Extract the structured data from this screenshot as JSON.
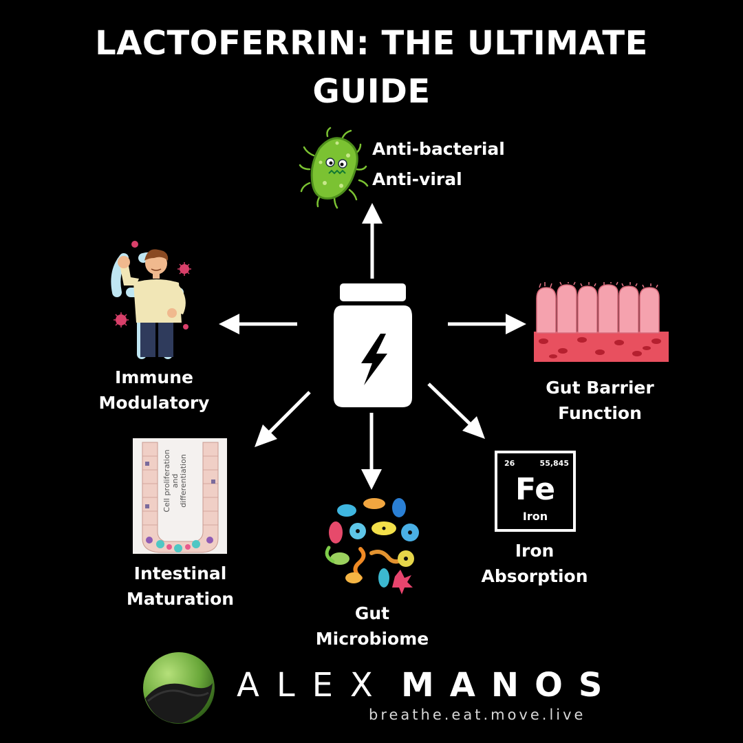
{
  "title": {
    "line1": "LACTOFERRIN: THE ULTIMATE",
    "line2": "GUIDE"
  },
  "nodes": {
    "antibacterial": {
      "line1": "Anti-bacterial",
      "line2": "Anti-viral"
    },
    "immune": {
      "line1": "Immune",
      "line2": "Modulatory"
    },
    "gut_barrier": {
      "line1": "Gut Barrier",
      "line2": "Function"
    },
    "intestinal": {
      "line1": "Intestinal",
      "line2": "Maturation"
    },
    "microbiome": {
      "line1": "Gut",
      "line2": "Microbiome"
    },
    "iron": {
      "line1": "Iron",
      "line2": "Absorption"
    }
  },
  "iron_tile": {
    "atomic_number": "26",
    "atomic_mass": "55,845",
    "symbol": "Fe",
    "name": "Iron"
  },
  "intestine_image_text": {
    "line1": "Cell proliferation",
    "line2": "and",
    "line3": "differentiation"
  },
  "brand": {
    "first": "ALEX",
    "last": "MANOS",
    "tagline": "breathe.eat.move.live"
  },
  "icons": {
    "center": "supplement-jar-icon",
    "bacteria": "bacteria-icon",
    "person": "healthy-person-icon",
    "villi": "gut-villi-icon",
    "crypt": "intestinal-crypt-icon",
    "microbes": "microbiome-icon",
    "logo": "brand-logo-icon"
  },
  "colors": {
    "background": "#000000",
    "text": "#ffffff",
    "bacteria": "#7bc232",
    "villi": "#f2909e",
    "logo": "#7ab648"
  }
}
